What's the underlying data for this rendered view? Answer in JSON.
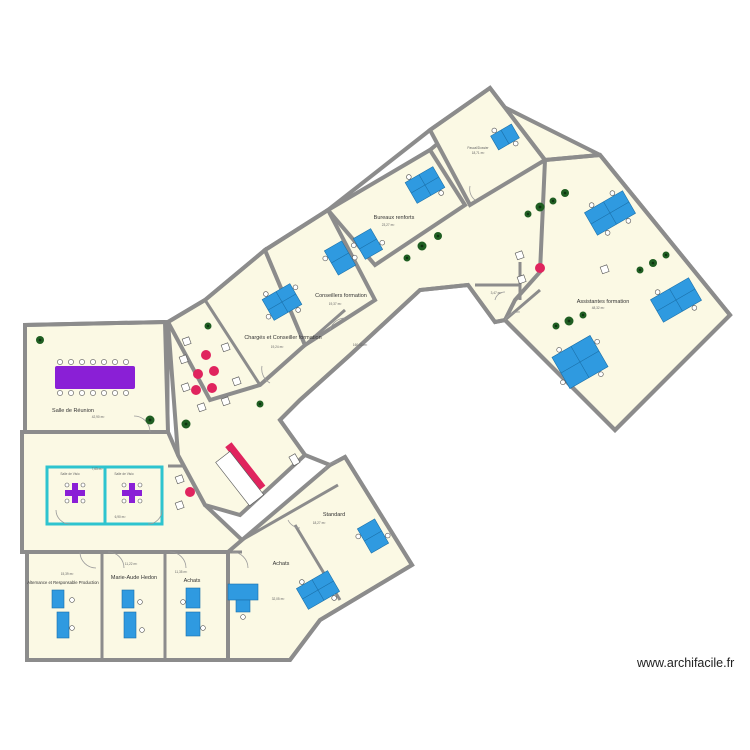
{
  "rooms": {
    "salle_reunion": {
      "label": "Salle de Réunion",
      "area": "42,90 m²"
    },
    "charges_conseiller": {
      "label": "Chargés et Conseiller formation",
      "area": "19,24 m²"
    },
    "conseillers": {
      "label": "Conseillers formation",
      "area": "19,37 m²"
    },
    "bureaux_renforts": {
      "label": "Bureaux renforts",
      "area": "23,27 m²"
    },
    "pascal": {
      "label": "Pascal/Dossier",
      "area": "18,71 m²"
    },
    "assistantes": {
      "label": "Assistantes formation",
      "area": "48,32 m²"
    },
    "couloir": {
      "label": "",
      "area": "160,43 m²"
    },
    "petit_local": {
      "label": "",
      "area": "3,47 m²"
    },
    "bulle_1": {
      "label": "Salle de Visio",
      "area": "7,65 m²"
    },
    "bulle_2": {
      "label": "Salle de Visio",
      "area": "6,90 m²"
    },
    "standard": {
      "label": "Standard",
      "area": "18,27 m²"
    },
    "achats_grand": {
      "label": "Achats",
      "area": "32,05 m²"
    },
    "achats_petit": {
      "label": "Achats",
      "area": "11,35 m²"
    },
    "marie_aude": {
      "label": "Marie-Aude Hedon",
      "area": "11,22 m²"
    },
    "alternance": {
      "label": "Alternance et Responsable Production",
      "area": "15,39 m²"
    }
  },
  "watermark": "www.archifacile.fr",
  "colors": {
    "floor": "#fbf9e4",
    "walls": "#8c8c8c",
    "desks": "#2f9ae0",
    "meeting_table": "#8a1fd6",
    "glass_partition": "#2ec4cf",
    "pouf": "#e0245e",
    "plants": "#1f5e22"
  },
  "icons": [
    "potted-plant-icon",
    "desk-icon",
    "chair-icon",
    "pouf-icon",
    "door-swing-icon"
  ]
}
